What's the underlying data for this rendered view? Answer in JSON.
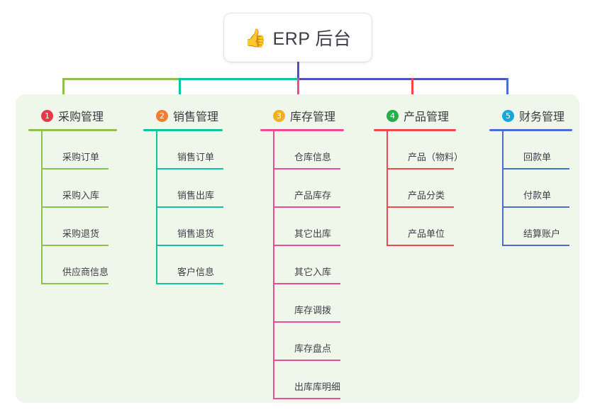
{
  "root": {
    "icon": "thumbs-up-icon",
    "emoji": "👍",
    "title": "ERP 后台"
  },
  "diagram": {
    "type": "mind-map",
    "background_color": "#eff7ea",
    "connector_colors": {
      "stem": "#4b53bf",
      "left_segment": "#8cc152",
      "mid_segment": "#13c2a0",
      "right_segment": "#4b53bf"
    }
  },
  "branches": [
    {
      "number": "1",
      "title": "采购管理",
      "badge_color": "#e8394a",
      "line_color": "#8cc152",
      "drop_color": "#8cc152",
      "items": [
        "采购订单",
        "采购入库",
        "采购退货",
        "供应商信息"
      ]
    },
    {
      "number": "2",
      "title": "销售管理",
      "badge_color": "#f08030",
      "line_color": "#13c2a0",
      "drop_color": "#13c2a0",
      "items": [
        "销售订单",
        "销售出库",
        "销售退货",
        "客户信息"
      ]
    },
    {
      "number": "3",
      "title": "库存管理",
      "badge_color": "#f2b01e",
      "line_color": "#ea4c9a",
      "drop_color": "#ea4c9a",
      "items": [
        "仓库信息",
        "产品库存",
        "其它出库",
        "其它入库",
        "库存调拨",
        "库存盘点",
        "出库库明细"
      ]
    },
    {
      "number": "4",
      "title": "产品管理",
      "badge_color": "#21b04b",
      "line_color": "#f0484f",
      "drop_color": "#f0484f",
      "items": [
        "产品（物料）",
        "产品分类",
        "产品单位"
      ]
    },
    {
      "number": "5",
      "title": "财务管理",
      "badge_color": "#18a7dc",
      "line_color": "#4b6fd0",
      "drop_color": "#4b6fd0",
      "items": [
        "回款单",
        "付款单",
        "结算账户"
      ]
    }
  ]
}
